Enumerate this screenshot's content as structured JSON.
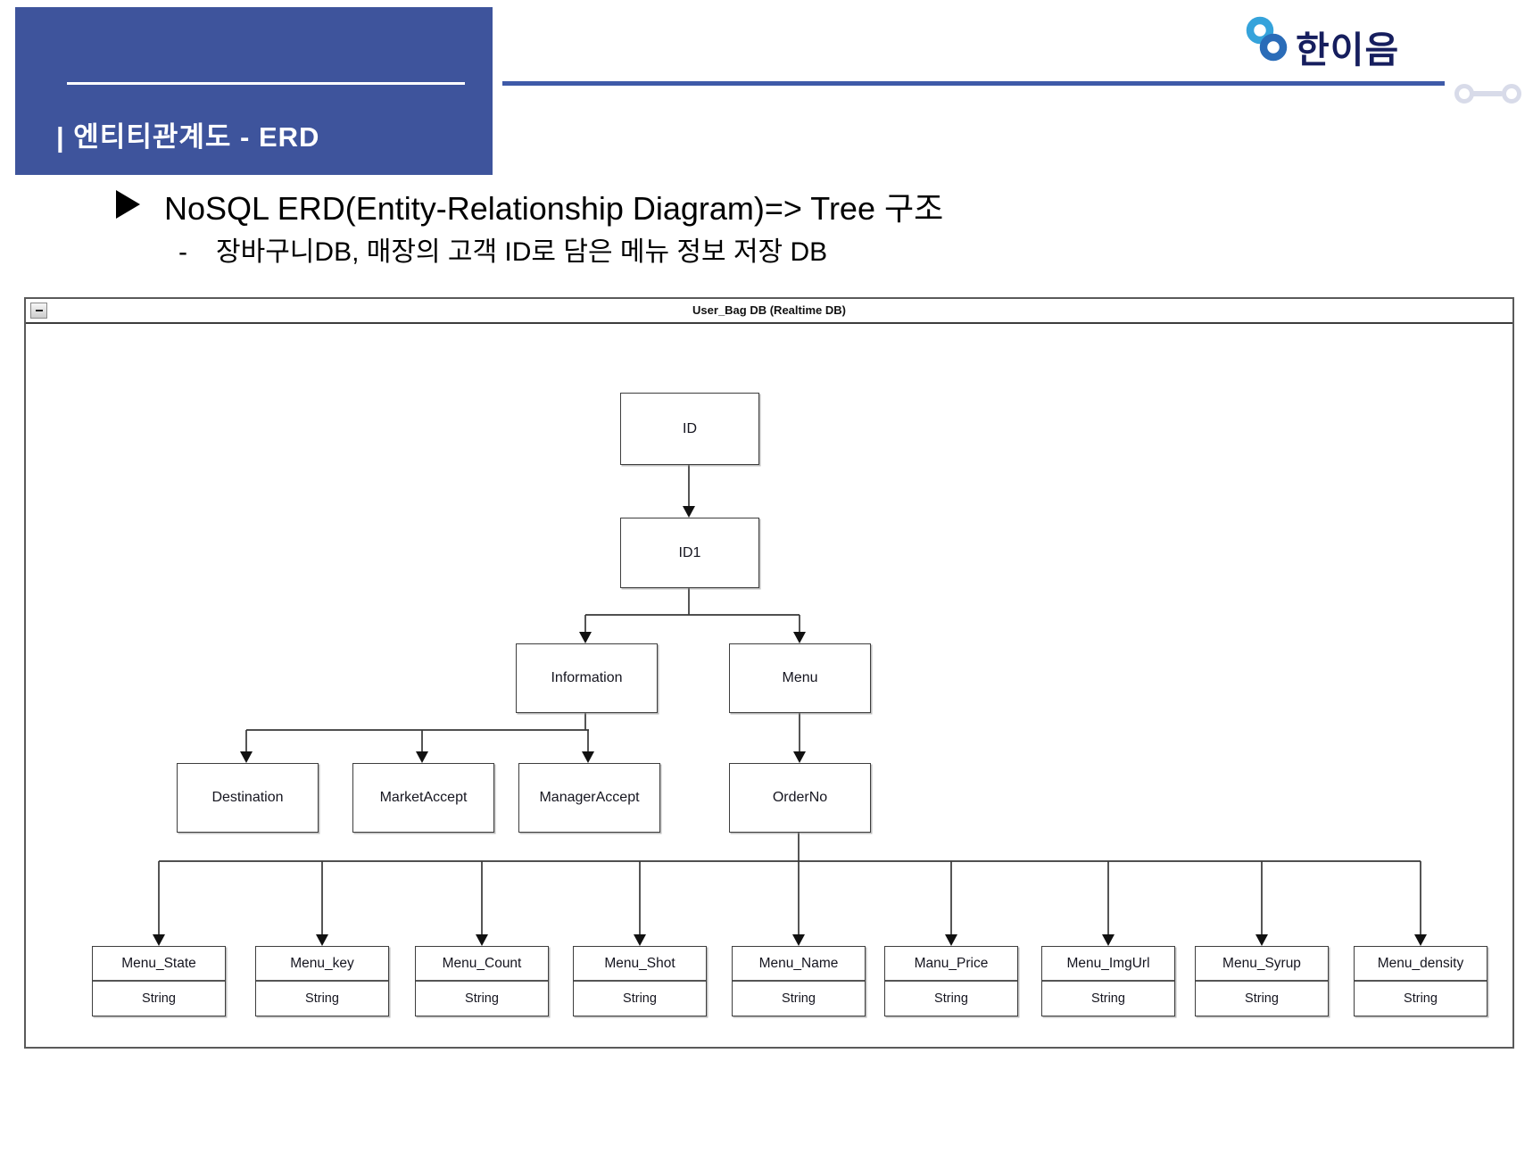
{
  "slide": {
    "header": {
      "title": "| 엔티티관계도 - ERD"
    },
    "logo": {
      "text": "한이음"
    },
    "bullet": {
      "text": "NoSQL ERD(Entity-Relationship Diagram)=> Tree 구조"
    },
    "sub_bullet": {
      "prefix": "-",
      "text": "장바구니DB, 매장의 고객 ID로 담은 메뉴 정보 저장 DB"
    }
  },
  "diagram": {
    "window_title": "User_Bag DB (Realtime DB)",
    "nodes": {
      "id": {
        "label": "ID"
      },
      "id1": {
        "label": "ID1"
      },
      "information": {
        "label": "Information"
      },
      "menu": {
        "label": "Menu"
      },
      "destination": {
        "label": "Destination"
      },
      "market_accept": {
        "label": "MarketAccept"
      },
      "manager_accept": {
        "label": "ManagerAccept"
      },
      "order_no": {
        "label": "OrderNo"
      }
    },
    "leaves": [
      {
        "label": "Menu_State",
        "type": "String"
      },
      {
        "label": "Menu_key",
        "type": "String"
      },
      {
        "label": "Menu_Count",
        "type": "String"
      },
      {
        "label": "Menu_Shot",
        "type": "String"
      },
      {
        "label": "Menu_Name",
        "type": "String"
      },
      {
        "label": "Manu_Price",
        "type": "String"
      },
      {
        "label": "Menu_ImgUrl",
        "type": "String"
      },
      {
        "label": "Menu_Syrup",
        "type": "String"
      },
      {
        "label": "Menu_density",
        "type": "String"
      }
    ],
    "edges": [
      [
        "ID",
        "ID1"
      ],
      [
        "ID1",
        "Information"
      ],
      [
        "ID1",
        "Menu"
      ],
      [
        "Information",
        "Destination"
      ],
      [
        "Information",
        "MarketAccept"
      ],
      [
        "Information",
        "ManagerAccept"
      ],
      [
        "Menu",
        "OrderNo"
      ],
      [
        "OrderNo",
        "Menu_State"
      ],
      [
        "OrderNo",
        "Menu_key"
      ],
      [
        "OrderNo",
        "Menu_Count"
      ],
      [
        "OrderNo",
        "Menu_Shot"
      ],
      [
        "OrderNo",
        "Menu_Name"
      ],
      [
        "OrderNo",
        "Manu_Price"
      ],
      [
        "OrderNo",
        "Menu_ImgUrl"
      ],
      [
        "OrderNo",
        "Menu_Syrup"
      ],
      [
        "OrderNo",
        "Menu_density"
      ]
    ]
  },
  "colors": {
    "header_bg": "#3e549c",
    "accent_line": "#3e5aa8",
    "logo_navy": "#161e5e",
    "logo_light_blue": "#35a3db",
    "logo_blue": "#2a6cb8",
    "chain_gray": "#d8dbe9",
    "connector": "#383838"
  }
}
